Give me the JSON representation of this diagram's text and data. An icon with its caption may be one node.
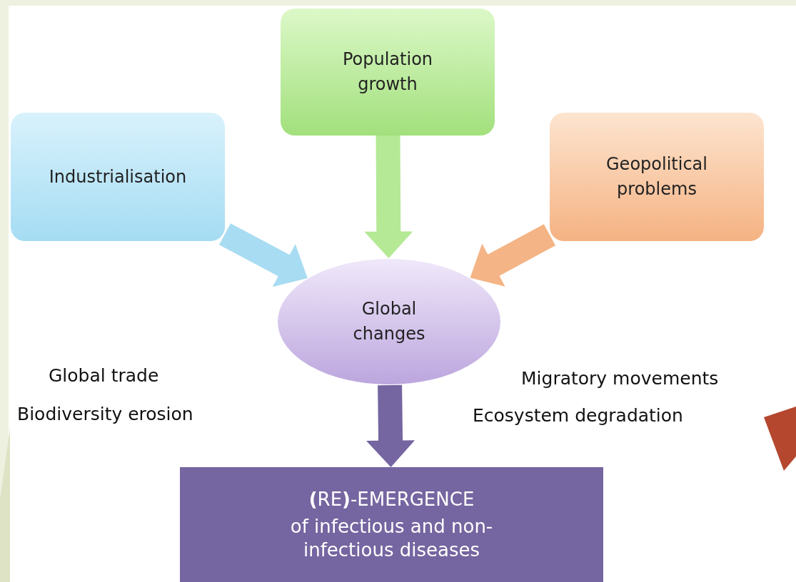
{
  "diagram": {
    "nodes": [
      {
        "text": [
          "Population growth"
        ]
      },
      {
        "text": [
          "Industrialisation"
        ]
      },
      {
        "text": [
          "Geopolitical problems"
        ]
      },
      {
        "text": [
          "Global changes"
        ]
      },
      {
        "text": [
          "**(**RE**)**-EMERGENCE",
          "of infectious and non-infectious diseases"
        ]
      }
    ],
    "edges": [
      {
        "from": 0,
        "to": 3,
        "arrow": "to",
        "style": "thick",
        "color": "#b5e996"
      },
      {
        "from": 1,
        "to": 3,
        "arrow": "to",
        "style": "thick",
        "color": "#a8dcf2"
      },
      {
        "from": 2,
        "to": 3,
        "arrow": "to",
        "style": "thick",
        "color": "#f4b486"
      },
      {
        "from": 3,
        "to": 4,
        "arrow": "to",
        "style": "thick",
        "color": "#7565a0"
      }
    ],
    "labels": [
      "Global trade",
      "Biodiversity erosion",
      "Migratory movements",
      "Ecosystem degradation"
    ]
  }
}
